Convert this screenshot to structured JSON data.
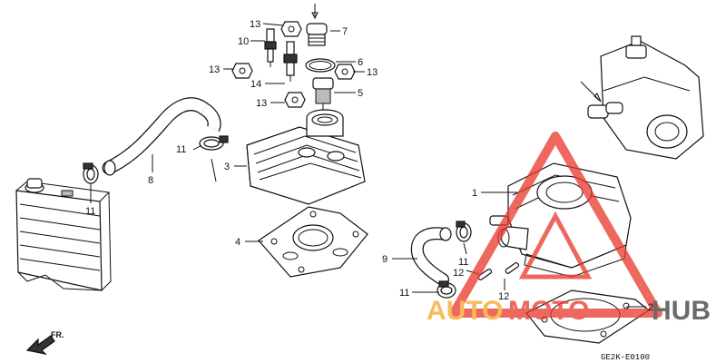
{
  "diagram": {
    "callouts": [
      {
        "id": "c1",
        "text": "1"
      },
      {
        "id": "c2",
        "text": "2"
      },
      {
        "id": "c3",
        "text": "3"
      },
      {
        "id": "c4",
        "text": "4"
      },
      {
        "id": "c5",
        "text": "5"
      },
      {
        "id": "c6",
        "text": "6"
      },
      {
        "id": "c7",
        "text": "7"
      },
      {
        "id": "c8",
        "text": "8"
      },
      {
        "id": "c9",
        "text": "9"
      },
      {
        "id": "c10",
        "text": "10"
      },
      {
        "id": "c11a",
        "text": "11"
      },
      {
        "id": "c11b",
        "text": "11"
      },
      {
        "id": "c11c",
        "text": "11"
      },
      {
        "id": "c11d",
        "text": "11"
      },
      {
        "id": "c12a",
        "text": "12"
      },
      {
        "id": "c12b",
        "text": "12"
      },
      {
        "id": "c13a",
        "text": "13"
      },
      {
        "id": "c13b",
        "text": "13"
      },
      {
        "id": "c13c",
        "text": "13"
      },
      {
        "id": "c13d",
        "text": "13"
      },
      {
        "id": "c14",
        "text": "14"
      }
    ],
    "direction_label": "FR.",
    "drawing_code": "GE2K-E0100"
  },
  "watermark": {
    "left_text": "AUTO",
    "middle_text": "MOTO",
    "right_text": "HUB",
    "colors": {
      "orange": "#f5a623",
      "red": "#e8382a",
      "dark": "#3a3a3a"
    }
  }
}
